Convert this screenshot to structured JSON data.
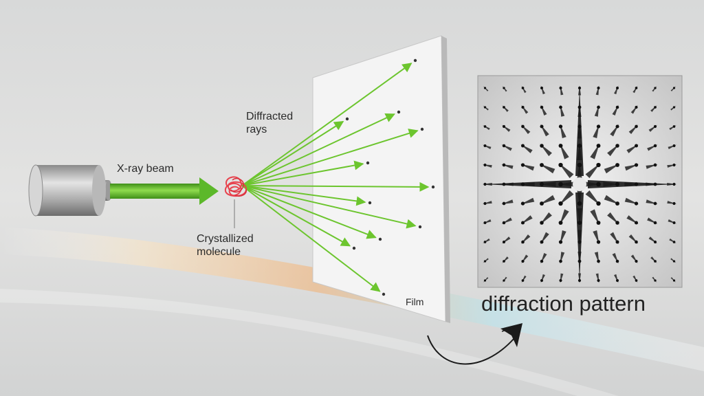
{
  "labels": {
    "xray_beam": "X-ray beam",
    "diffracted_rays": "Diffracted rays",
    "crystallized_molecule": "Crystallized molecule",
    "film": "Film",
    "diffraction_pattern": "diffraction pattern"
  },
  "colors": {
    "beam": "#5cb82a",
    "beam_dark": "#3f8f18",
    "molecule": "#e8434e",
    "film": "#f4f4f4",
    "spots": "#1a1a1a",
    "rainbow_orange": "#f0a050",
    "rainbow_cyan": "#7fd8e8"
  },
  "icons": [
    "xray-source-icon",
    "molecule-icon",
    "curved-arrow-icon"
  ]
}
